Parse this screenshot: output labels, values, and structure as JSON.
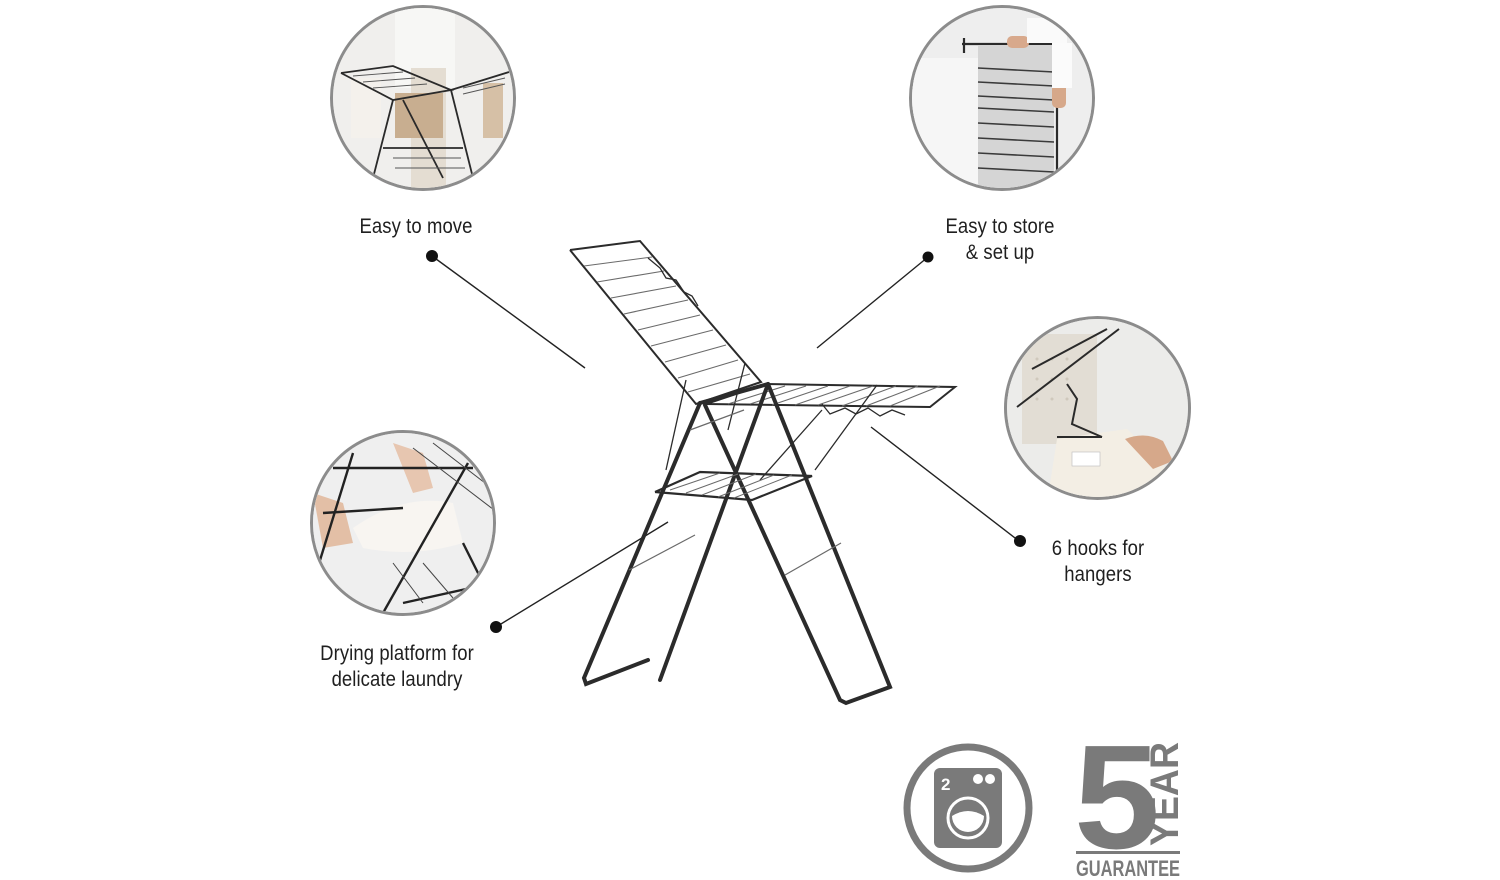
{
  "product": {
    "type": "Winged clothes airer / drying rack",
    "frame_color": "#2b2b2b"
  },
  "features": [
    {
      "id": "easy-to-move",
      "lines": [
        "Easy to move"
      ],
      "photo": "person-carrying-airer-with-laundry"
    },
    {
      "id": "easy-to-store",
      "lines": [
        "Easy to store",
        "& set up"
      ],
      "photo": "folded-airer-stored-beside-cabinet"
    },
    {
      "id": "hooks",
      "lines": [
        "6 hooks for",
        "hangers"
      ],
      "photo": "hanger-on-wing-hook"
    },
    {
      "id": "platform",
      "lines": [
        "Drying platform for",
        "delicate laundry"
      ],
      "photo": "delicate-garment-on-platform"
    }
  ],
  "badges": {
    "wash_icon": {
      "label": "washing-machine",
      "number": "2"
    },
    "guarantee": {
      "number": "5",
      "word": "YEAR",
      "caption": "GUARANTEE"
    }
  },
  "colors": {
    "background": "#ffffff",
    "text": "#1f1f1f",
    "circle_border": "#8c8c8c",
    "badge_gray": "#7a7a7a",
    "leader_line": "#222222"
  }
}
